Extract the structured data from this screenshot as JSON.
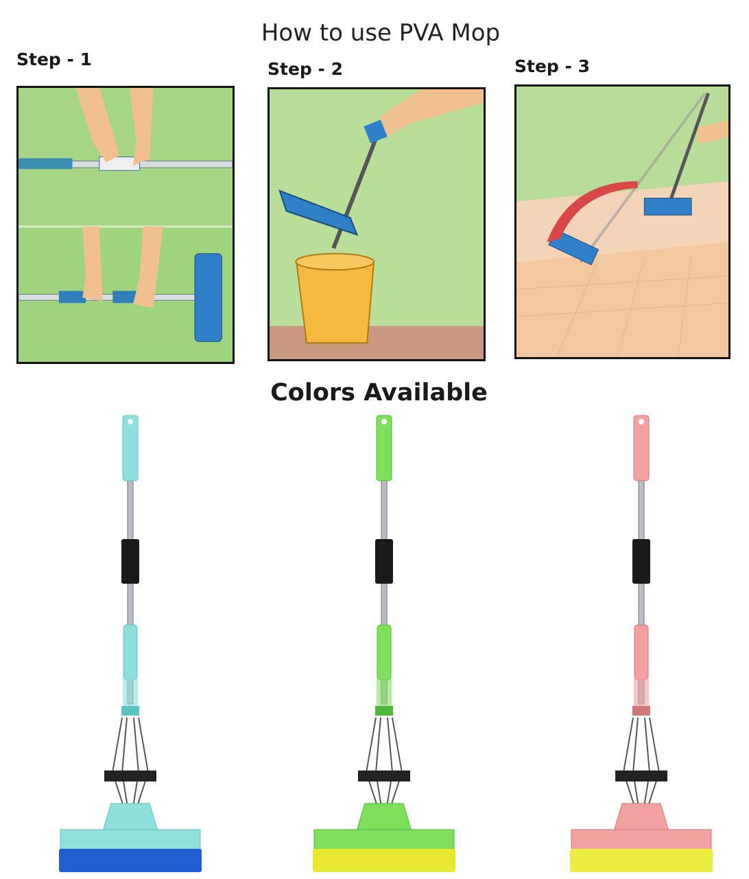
{
  "title": "How to use PVA Mop",
  "steps": [
    {
      "label": "Step - 1"
    },
    {
      "label": "Step - 2"
    },
    {
      "label": "Step - 3"
    }
  ],
  "colors_heading": "Colors Available",
  "mops": [
    {
      "color_name": "teal",
      "main": "#8fe0dc",
      "dark": "#5cc4c0",
      "sponge": "#1f5fd0"
    },
    {
      "color_name": "green",
      "main": "#7ee05a",
      "dark": "#4fb83a",
      "sponge": "#e8e830"
    },
    {
      "color_name": "pink",
      "main": "#f2a0a0",
      "dark": "#d07878",
      "sponge": "#ecec40"
    }
  ]
}
